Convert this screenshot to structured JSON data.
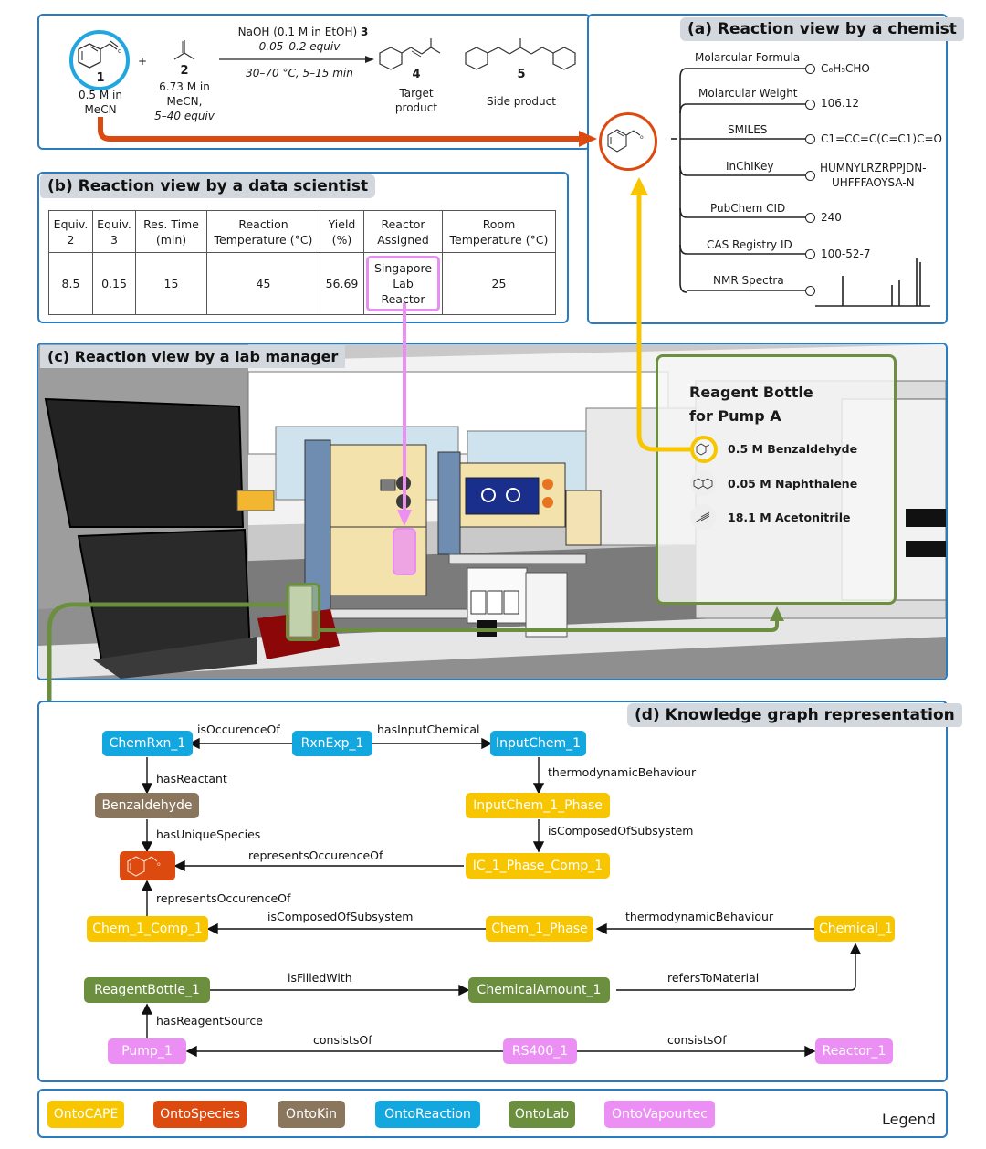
{
  "colors": {
    "panel_border": "#2b7bc0",
    "onto_cape": "#f7c600",
    "onto_species": "#dd4a10",
    "onto_kin": "#8a765c",
    "onto_reaction": "#13a7e0",
    "onto_lab": "#6b8e3f",
    "onto_vapourtec": "#ec8ff5"
  },
  "panel_a": {
    "title": "(a) Reaction view by a chemist",
    "reaction": {
      "reactant1": {
        "number": "1",
        "conc_line1": "0.5 M in",
        "conc_line2": "MeCN"
      },
      "plus": "+",
      "reactant2": {
        "number": "2",
        "line1": "6.73 M in",
        "line2": "MeCN,",
        "line3": "5–40 equiv"
      },
      "conditions": {
        "reagent": "NaOH (0.1 M in EtOH)",
        "reagent_number": "3",
        "equiv": "0.05–0.2 equiv",
        "temp_time": "30–70 °C, 5–15 min"
      },
      "product4": {
        "number": "4",
        "line1": "Target",
        "line2": "product"
      },
      "product5": {
        "number": "5",
        "label": "Side product"
      }
    },
    "properties": [
      {
        "label": "Molarcular Formula",
        "value": "C₆H₅CHO"
      },
      {
        "label": "Molarcular Weight",
        "value": "106.12"
      },
      {
        "label": "SMILES",
        "value": "C1=CC=C(C=C1)C=O"
      },
      {
        "label": "InChIKey",
        "value": "HUMNYLRZRPPJDN-",
        "value2": "UHFFFAOYSA-N"
      },
      {
        "label": "PubChem CID",
        "value": "240"
      },
      {
        "label": "CAS Registry ID",
        "value": "100-52-7"
      },
      {
        "label": "NMR Spectra",
        "value": ""
      }
    ]
  },
  "panel_b": {
    "title": "(b) Reaction view by a data scientist",
    "columns": [
      {
        "line1": "Equiv.",
        "line2": "2"
      },
      {
        "line1": "Equiv.",
        "line2": "3"
      },
      {
        "line1": "Res. Time",
        "line2": "(min)"
      },
      {
        "line1": "Reaction",
        "line2": "Temperature (°C)"
      },
      {
        "line1": "Yield",
        "line2": "(%)"
      },
      {
        "line1": "Reactor",
        "line2": "Assigned"
      },
      {
        "line1": "Room",
        "line2": "Temperature (°C)"
      }
    ],
    "row": [
      "8.5",
      "0.15",
      "15",
      "45",
      "56.69",
      "Singapore",
      "25"
    ],
    "reactor_line2": "Lab Reactor"
  },
  "panel_c": {
    "title": "(c) Reaction view by a lab manager",
    "bottle_card": {
      "title_line1": "Reagent Bottle",
      "title_line2": "for Pump A",
      "contents": [
        {
          "icon": "benzaldehyde-structure-icon",
          "label": "0.5 M Benzaldehyde"
        },
        {
          "icon": "naphthalene-structure-icon",
          "label": "0.05 M Naphthalene"
        },
        {
          "icon": "acetonitrile-structure-icon",
          "label": "18.1 M Acetonitrile"
        }
      ]
    }
  },
  "panel_d": {
    "title": "(d) Knowledge graph representation",
    "nodes": {
      "chemrxn": "ChemRxn_1",
      "rxnexp": "RxnExp_1",
      "inputchem": "InputChem_1",
      "benzaldehyde": "Benzaldehyde",
      "inputchem_phase": "InputChem_1_Phase",
      "ic_comp": "IC_1_Phase_Comp_1",
      "chem_comp": "Chem_1_Comp_1",
      "chem_phase": "Chem_1_Phase",
      "chemical": "Chemical_1",
      "reagent_bottle": "ReagentBottle_1",
      "chemical_amount": "ChemicalAmount_1",
      "pump": "Pump_1",
      "rs400": "RS400_1",
      "reactor": "Reactor_1"
    },
    "edges": {
      "is_occurence_of": "isOccurenceOf",
      "has_input_chemical": "hasInputChemical",
      "has_reactant": "hasReactant",
      "thermo1": "thermodynamicBehaviour",
      "has_unique_species": "hasUniqueSpecies",
      "composed1": "isComposedOfSubsystem",
      "represents1": "representsOccurenceOf",
      "represents2": "representsOccurenceOf",
      "composed2": "isComposedOfSubsystem",
      "thermo2": "thermodynamicBehaviour",
      "is_filled_with": "isFilledWith",
      "refers_to_material": "refersToMaterial",
      "has_reagent_source": "hasReagentSource",
      "consists_of_1": "consistsOf",
      "consists_of_2": "consistsOf"
    }
  },
  "legend": {
    "title": "Legend",
    "items": [
      "OntoCAPE",
      "OntoSpecies",
      "OntoKin",
      "OntoReaction",
      "OntoLab",
      "OntoVapourtec"
    ]
  }
}
